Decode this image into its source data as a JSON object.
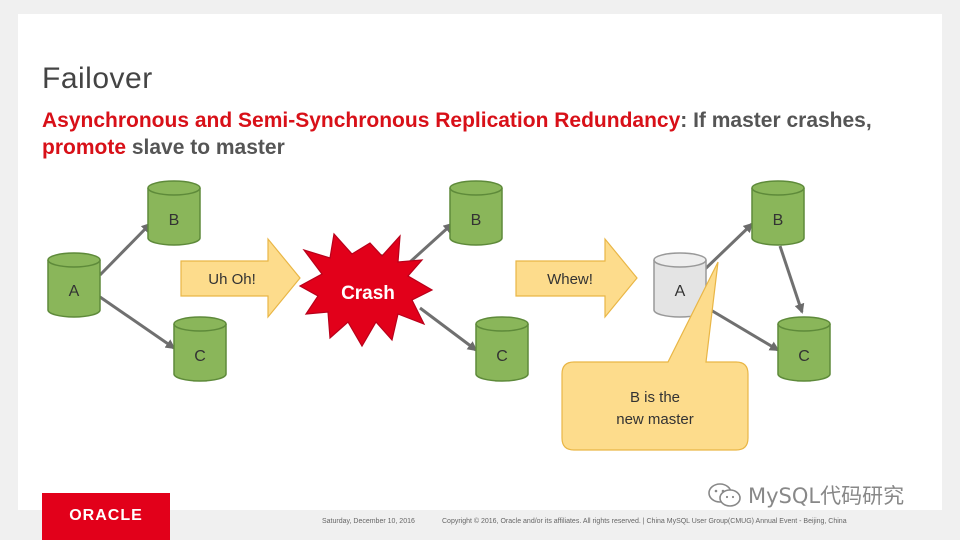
{
  "slide": {
    "title": "Failover",
    "subtitle": {
      "part1": "Asynchronous and Semi-Synchronous Replication Redundancy",
      "part2": ": If master crashes,",
      "part3": "promote",
      "part4": " slave to master"
    }
  },
  "diagram": {
    "group1": {
      "a": "A",
      "b": "B",
      "c": "C"
    },
    "arrow1": "Uh Oh!",
    "group2": {
      "b": "B",
      "c": "C",
      "crash": "Crash"
    },
    "arrow2": "Whew!",
    "group3": {
      "a": "A",
      "b": "B",
      "c": "C",
      "callout_line1": "B is the",
      "callout_line2": "new master"
    }
  },
  "footer": {
    "logo": "ORACLE",
    "date": "Saturday, December 10, 2016",
    "copyright": "Copyright © 2016, Oracle and/or its affiliates. All rights reserved.   |  China MySQL User Group(CMUG) Annual Event - Beijing, China",
    "watermark": "MySQL代码研究"
  },
  "colors": {
    "db_fill": "#8ab65a",
    "db_stroke": "#5e8a3a",
    "db_inactive": "#e4e4e4",
    "arrow_fill": "#fddc8c",
    "arrow_stroke": "#e9b646",
    "crash_red": "#e2001a",
    "accent_red": "#d81018"
  }
}
